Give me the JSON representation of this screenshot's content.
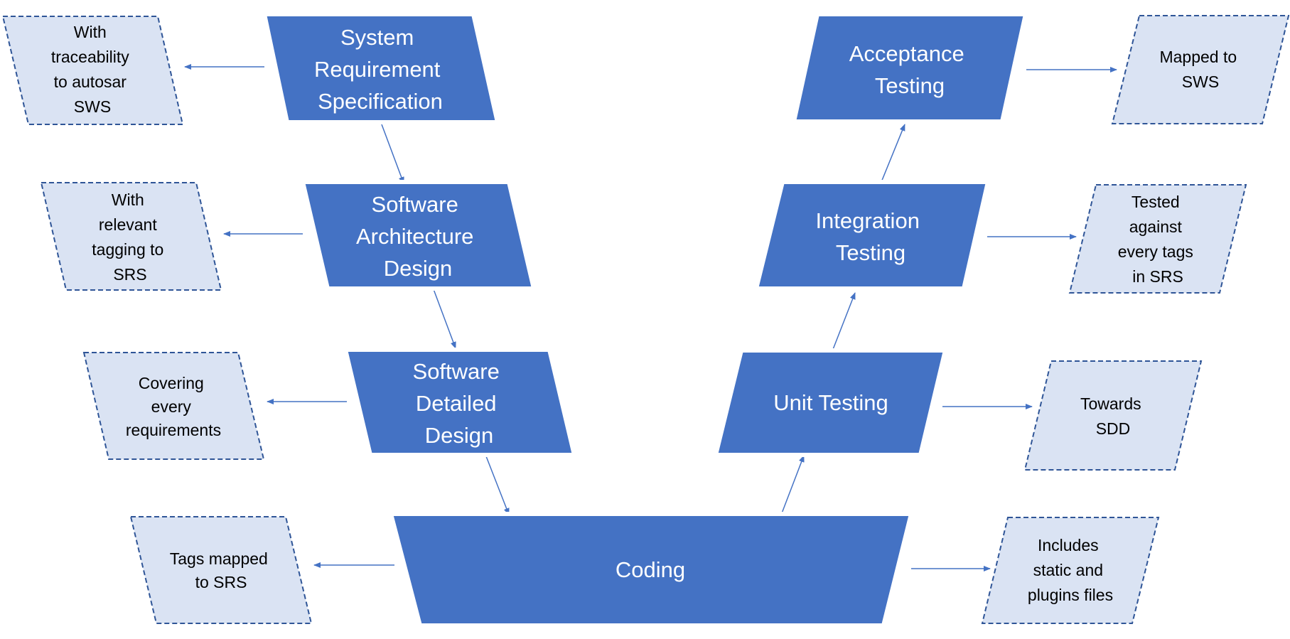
{
  "diagram": {
    "colors": {
      "process_fill": "#4472c4",
      "process_border": "#ffffff",
      "note_fill": "#dae3f3",
      "note_border": "#2f5597",
      "connector": "#4472c4"
    },
    "process_steps": [
      {
        "id": "system-requirement-specification",
        "lines": [
          "System",
          "Requirement",
          "Specification"
        ]
      },
      {
        "id": "software-architecture-design",
        "lines": [
          "Software",
          "Architecture",
          "Design"
        ]
      },
      {
        "id": "software-detailed-design",
        "lines": [
          "Software",
          "Detailed",
          "Design"
        ]
      },
      {
        "id": "coding",
        "lines": [
          "Coding"
        ]
      },
      {
        "id": "unit-testing",
        "lines": [
          "Unit Testing"
        ]
      },
      {
        "id": "integration-testing",
        "lines": [
          "Integration",
          "Testing"
        ]
      },
      {
        "id": "acceptance-testing",
        "lines": [
          "Acceptance",
          "Testing"
        ]
      }
    ],
    "notes": [
      {
        "id": "srs-note",
        "attached_to": "system-requirement-specification",
        "lines": [
          "With",
          "traceability",
          "to autosar",
          "SWS"
        ]
      },
      {
        "id": "sad-note",
        "attached_to": "software-architecture-design",
        "lines": [
          "With",
          "relevant",
          "tagging to",
          "SRS"
        ]
      },
      {
        "id": "sdd-note",
        "attached_to": "software-detailed-design",
        "lines": [
          "Covering",
          "every",
          "requirements"
        ]
      },
      {
        "id": "coding-left-note",
        "attached_to": "coding",
        "lines": [
          "Tags mapped",
          "to SRS"
        ]
      },
      {
        "id": "coding-right-note",
        "attached_to": "coding",
        "lines": [
          "Includes",
          "static and",
          "plugins files"
        ]
      },
      {
        "id": "unit-testing-note",
        "attached_to": "unit-testing",
        "lines": [
          "Towards",
          "SDD"
        ]
      },
      {
        "id": "integration-testing-note",
        "attached_to": "integration-testing",
        "lines": [
          "Tested",
          "against",
          "every tags",
          "in SRS"
        ]
      },
      {
        "id": "acceptance-testing-note",
        "attached_to": "acceptance-testing",
        "lines": [
          "Mapped to",
          "SWS"
        ]
      }
    ],
    "flow": [
      [
        "system-requirement-specification",
        "software-architecture-design"
      ],
      [
        "software-architecture-design",
        "software-detailed-design"
      ],
      [
        "software-detailed-design",
        "coding"
      ],
      [
        "coding",
        "unit-testing"
      ],
      [
        "unit-testing",
        "integration-testing"
      ],
      [
        "integration-testing",
        "acceptance-testing"
      ]
    ]
  }
}
